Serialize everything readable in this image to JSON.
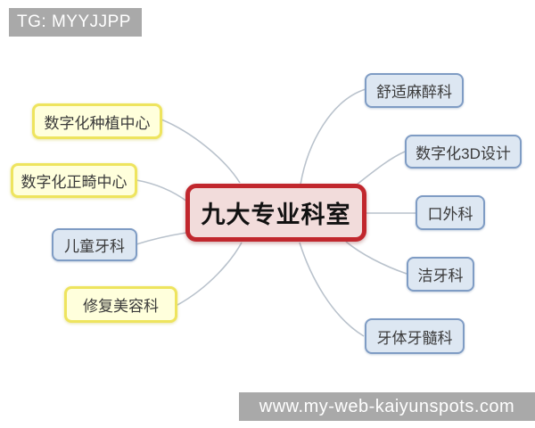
{
  "watermarks": {
    "top": "TG: MYYJJPP",
    "bottom": "www.my-web-kaiyunspots.com"
  },
  "mindmap": {
    "central": {
      "label": "九大专业科室"
    },
    "branches": [
      {
        "label": "数字化种植中心",
        "style": "yellow",
        "side": "left"
      },
      {
        "label": "数字化正畸中心",
        "style": "yellow",
        "side": "left"
      },
      {
        "label": "儿童牙科",
        "style": "blue",
        "side": "left"
      },
      {
        "label": "修复美容科",
        "style": "yellow",
        "side": "left"
      },
      {
        "label": "舒适麻醉科",
        "style": "blue",
        "side": "right"
      },
      {
        "label": "数字化3D设计",
        "style": "blue",
        "side": "right"
      },
      {
        "label": "口外科",
        "style": "blue",
        "side": "right"
      },
      {
        "label": "洁牙科",
        "style": "blue",
        "side": "right"
      },
      {
        "label": "牙体牙髓科",
        "style": "blue",
        "side": "right"
      }
    ]
  },
  "colors": {
    "central_fill": "#f2dcdb",
    "central_border": "#c1272d",
    "yellow_fill": "#ffffdc",
    "yellow_border": "#eee45e",
    "blue_fill": "#dde7f2",
    "blue_border": "#7f9cc4",
    "connector": "#b9c2cc",
    "watermark_bg": "#a9a9a9",
    "watermark_text": "#ffffff"
  }
}
